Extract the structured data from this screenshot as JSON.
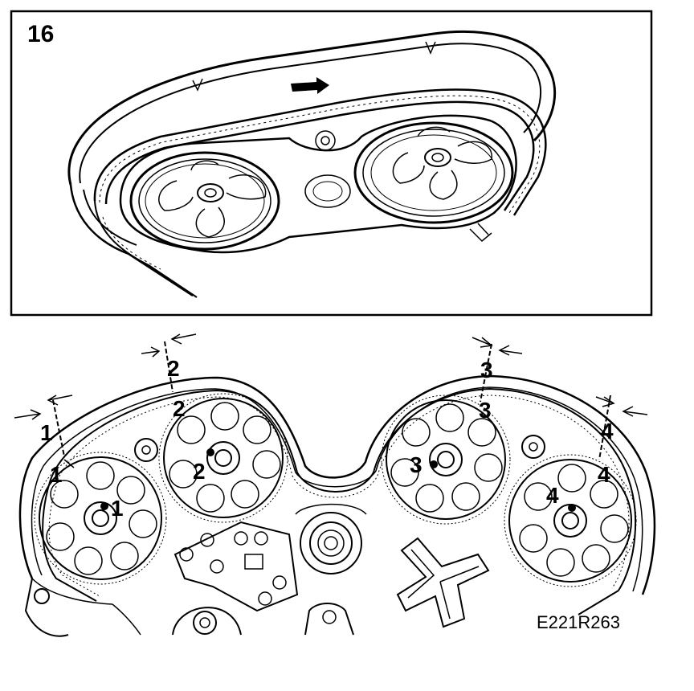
{
  "panel_number": "16",
  "figure_code": "E221R263",
  "labels": {
    "mark_1": "1",
    "mark_2": "2",
    "mark_3": "3",
    "mark_4": "4"
  },
  "colors": {
    "ink": "#000000",
    "paper": "#ffffff"
  }
}
